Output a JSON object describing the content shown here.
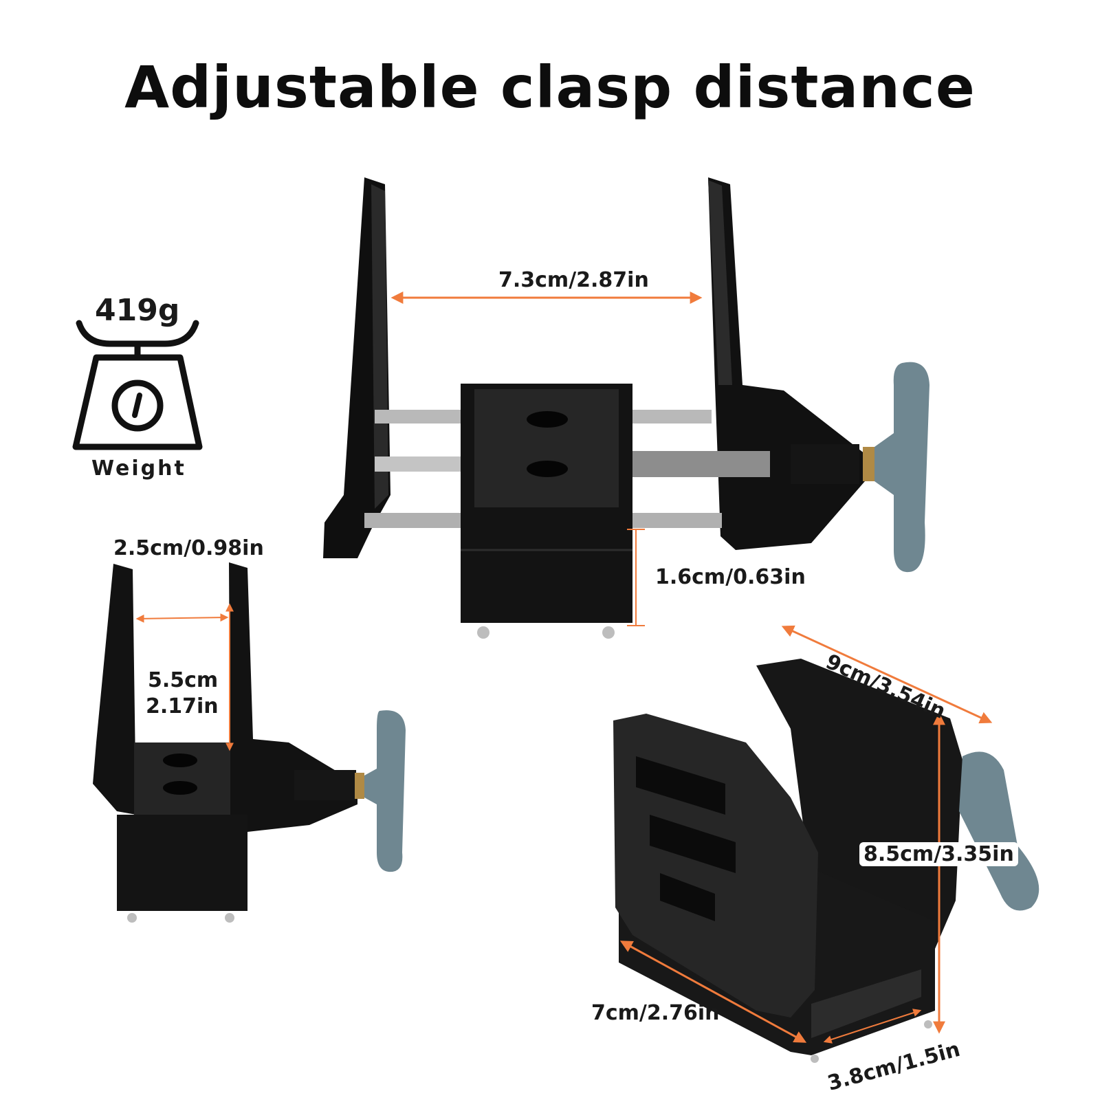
{
  "title": "Adjustable clasp distance",
  "weight": {
    "value": "419g",
    "label": "Weight",
    "icon": "scale-icon"
  },
  "dimensions": {
    "jaw_gap": "7.3cm/2.87in",
    "base_height": "1.6cm/0.63in",
    "jaw_thickness": "2.5cm/0.98in",
    "inner_height_line1": "5.5cm",
    "inner_height_line2": "2.17in",
    "jaw_width": "9cm/3.54in",
    "jaw_height": "8.5cm/3.35in",
    "base_length": "7cm/2.76in",
    "base_width": "3.8cm/1.5in"
  },
  "colors": {
    "accent": "#f07b3c",
    "metal": "#111111",
    "knob": "#6f8791"
  }
}
